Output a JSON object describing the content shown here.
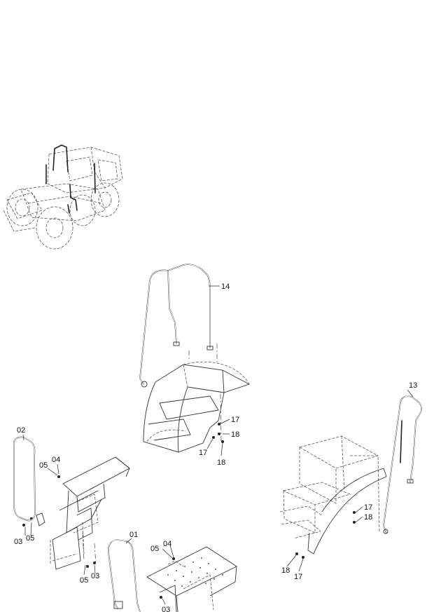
{
  "callouts": {
    "c01": "01",
    "c02": "02",
    "c03a": "03",
    "c03b": "03",
    "c03c": "03",
    "c04a": "04",
    "c04b": "04",
    "c05a": "05",
    "c05b": "05",
    "c05c": "05",
    "c05d": "05",
    "c13": "13",
    "c14": "14",
    "c17a": "17",
    "c17b": "17",
    "c17c": "17",
    "c17d": "17",
    "c18a": "18",
    "c18b": "18",
    "c18c": "18",
    "c18d": "18"
  },
  "colors": {
    "line": "#222222",
    "background": "#ffffff"
  }
}
